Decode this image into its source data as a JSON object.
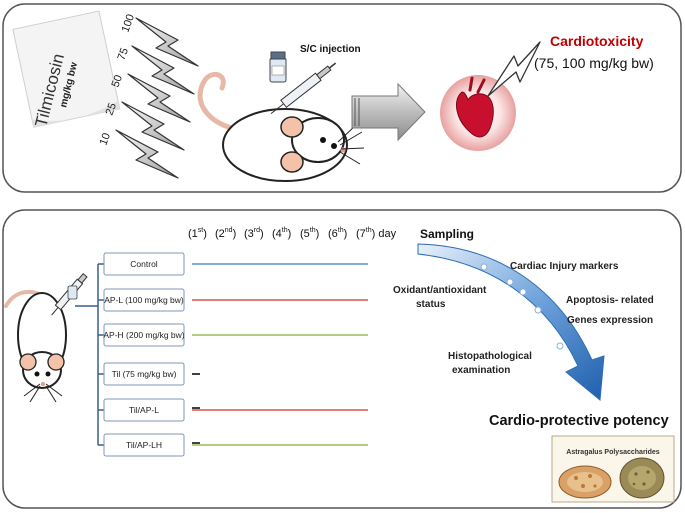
{
  "top_panel": {
    "drug_name": "Tilmicosin",
    "dose_unit": "mg/kg bw",
    "doses": [
      "100",
      "75",
      "50",
      "25",
      "10"
    ],
    "route": "S/C injection",
    "outcome_title": "Cardiotoxicity",
    "outcome_detail": "(75, 100 mg/kg bw)"
  },
  "bottom_panel": {
    "days": [
      {
        "num": "(1",
        "sup": "st",
        "close": ")"
      },
      {
        "num": "(2",
        "sup": "nd",
        "close": ")"
      },
      {
        "num": "(3",
        "sup": "rd",
        "close": ")"
      },
      {
        "num": "(4",
        "sup": "th",
        "close": ")"
      },
      {
        "num": "(5",
        "sup": "th",
        "close": ")"
      },
      {
        "num": "(6",
        "sup": "th",
        "close": ")"
      },
      {
        "num": "(7",
        "sup": "th",
        "close": ") day"
      }
    ],
    "groups": [
      {
        "label": "Control",
        "line_color": "#5b8fc9"
      },
      {
        "label": "AP-L  (100 mg/kg bw)",
        "line_color": "#d9534f"
      },
      {
        "label": "AP-H (200 mg/kg bw)",
        "line_color": "#9bbb59"
      },
      {
        "label": "Til (75 mg/kg bw)",
        "line_color": ""
      },
      {
        "label": "Til/AP-L",
        "line_color": "#d9534f"
      },
      {
        "label": "Til/AP-LH",
        "line_color": "#9bbb59"
      }
    ],
    "sampling_title": "Sampling",
    "endpoints": [
      "Cardiac Injury markers",
      "Oxidant/antioxidant",
      "status",
      "Apoptosis- related",
      "Genes expression",
      "Histopathological",
      "examination"
    ],
    "conclusion": "Cardio-protective potency",
    "product_label": "Astragalus Polysaccharides"
  },
  "colors": {
    "accent_red": "#c00000",
    "arrow_blue": "#2e6db4",
    "panel_border": "#555555"
  }
}
